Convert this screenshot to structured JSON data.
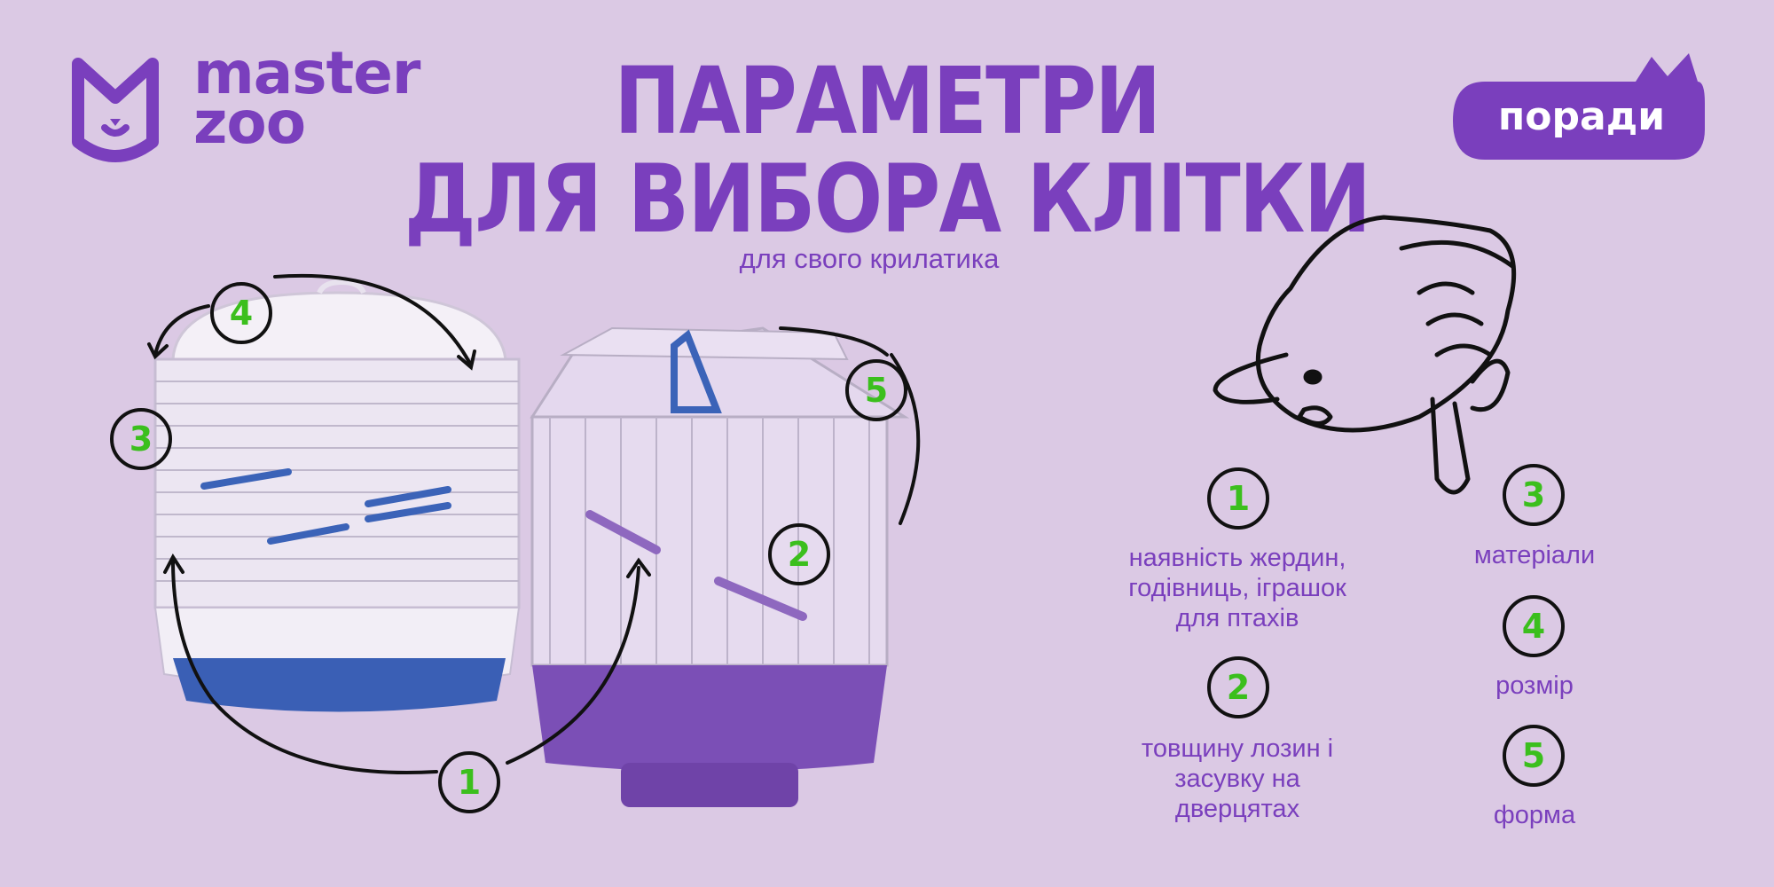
{
  "logo": {
    "line1": "master",
    "line2": "zoo"
  },
  "title": {
    "line1": "ПАРАМЕТРИ",
    "line2": "ДЛЯ ВИБОРА КЛІТКИ",
    "subtitle": "для свого крилатика"
  },
  "badge": {
    "label": "поради"
  },
  "image_markers": [
    "1",
    "2",
    "3",
    "4",
    "5"
  ],
  "tips": [
    {
      "number": "1",
      "text": "наявність жердин, годівниць, іграшок для птахів"
    },
    {
      "number": "2",
      "text": "товщину лозин і засувку на дверцятах"
    },
    {
      "number": "3",
      "text": "матеріали"
    },
    {
      "number": "4",
      "text": "розмір"
    },
    {
      "number": "5",
      "text": "форма"
    }
  ],
  "colors": {
    "background": "#dbc9e4",
    "brand_purple": "#7a3fbd",
    "number_green": "#3bbf1d",
    "outline": "#111111"
  }
}
